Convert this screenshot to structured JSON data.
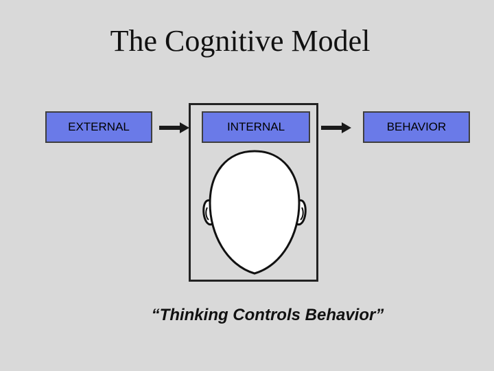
{
  "title": "The Cognitive Model",
  "boxes": {
    "external": "EXTERNAL",
    "internal": "INTERNAL",
    "behavior": "BEHAVIOR"
  },
  "quote": "“Thinking Controls Behavior”",
  "colors": {
    "background": "#d9d9d9",
    "box_fill": "#6a7ae8",
    "box_border": "#3e3e3e",
    "arrow": "#1a1a1a",
    "frame": "#222222",
    "head_fill": "#ffffff"
  },
  "icons": {
    "arrow": "arrow-right-icon",
    "head": "head-icon"
  }
}
